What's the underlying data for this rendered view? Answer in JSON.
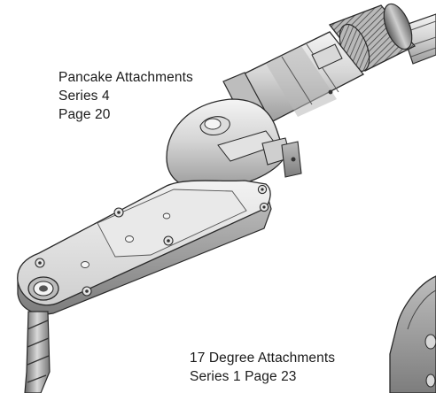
{
  "captions": {
    "pancake": {
      "line1": "Pancake  Attachments",
      "line2": "Series 4",
      "line3": "Page 20"
    },
    "seventeen_degree": {
      "line1": "17 Degree Attachments",
      "line2": "Series 1 Page 23"
    }
  },
  "colors": {
    "background": "#ffffff",
    "tool_body": "#c9c9c9",
    "tool_highlight": "#eeeeee",
    "tool_shadow": "#8a8a8a",
    "outline": "#2a2a2a",
    "text": "#1a1a1a"
  }
}
